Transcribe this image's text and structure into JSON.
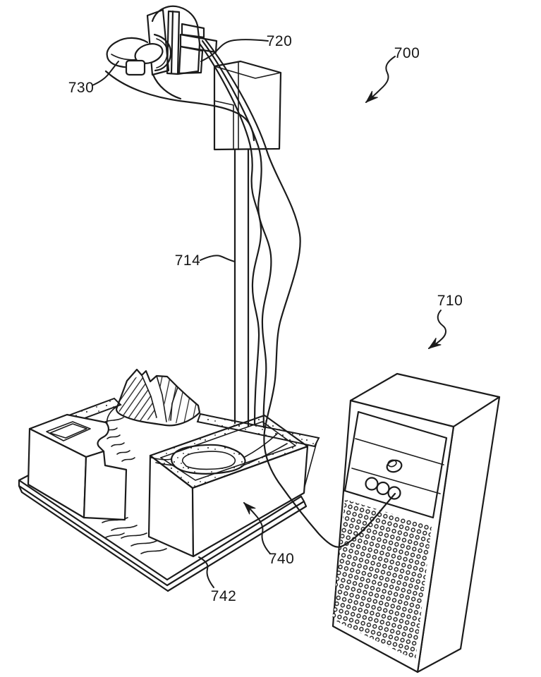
{
  "figure": {
    "type": "patent-line-drawing",
    "colors": {
      "background": "#ffffff",
      "line": "#1b1b1b"
    },
    "labels": {
      "system": "700",
      "computer": "710",
      "pole": "714",
      "camera_unit": "720",
      "scan_head": "730",
      "terrain_model": "740",
      "base_board": "742"
    }
  }
}
